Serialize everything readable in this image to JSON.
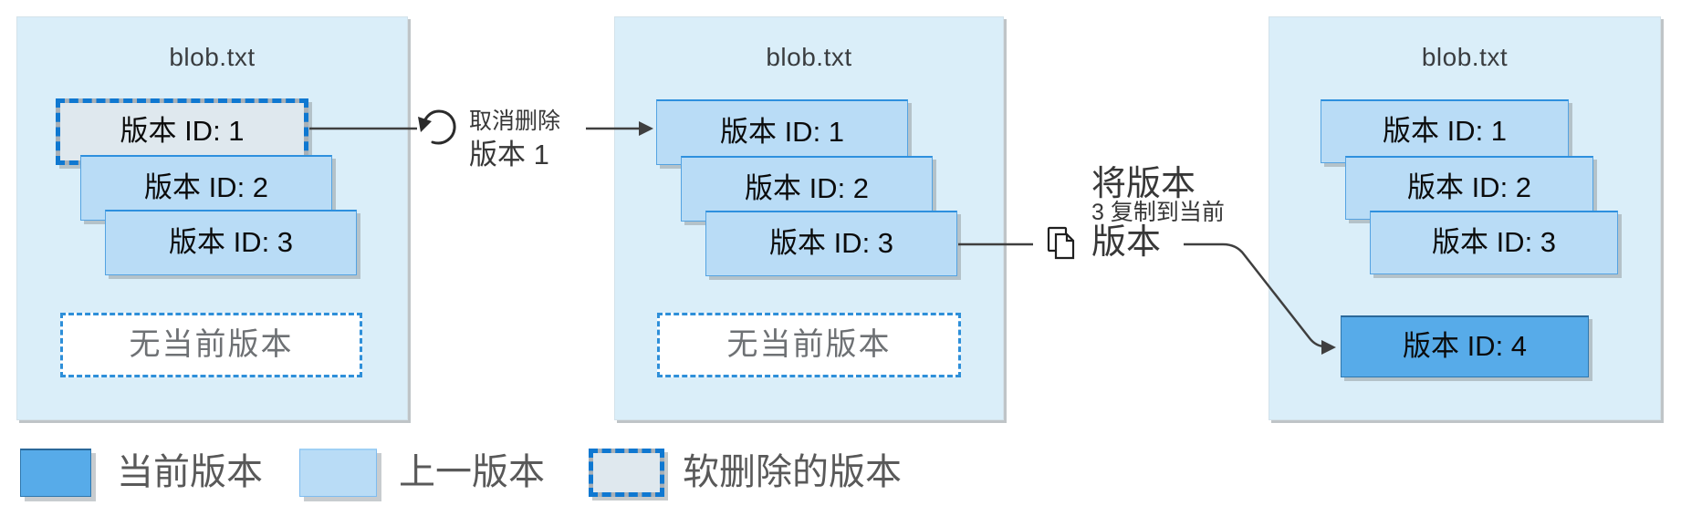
{
  "panels": [
    {
      "title": "blob.txt",
      "versions": [
        {
          "label": "版本 ID: 1",
          "state": "soft-deleted"
        },
        {
          "label": "版本 ID: 2",
          "state": "previous"
        },
        {
          "label": "版本 ID: 3",
          "state": "previous"
        }
      ],
      "current_slot": "无当前版本"
    },
    {
      "title": "blob.txt",
      "versions": [
        {
          "label": "版本 ID: 1",
          "state": "previous"
        },
        {
          "label": "版本 ID: 2",
          "state": "previous"
        },
        {
          "label": "版本 ID: 3",
          "state": "previous"
        }
      ],
      "current_slot": "无当前版本"
    },
    {
      "title": "blob.txt",
      "versions": [
        {
          "label": "版本 ID: 1",
          "state": "previous"
        },
        {
          "label": "版本 ID: 2",
          "state": "previous"
        },
        {
          "label": "版本 ID: 3",
          "state": "previous"
        }
      ],
      "current_version_label": "版本 ID: 4"
    }
  ],
  "annotations": [
    {
      "icon": "undo-icon",
      "lines": [
        "取消删除",
        "版本 1"
      ]
    },
    {
      "icon": "copy-icon",
      "lines": [
        "将版本",
        "3 复制到当前",
        "版本"
      ]
    }
  ],
  "legend": {
    "items": [
      {
        "label": "当前版本",
        "type": "current"
      },
      {
        "label": "上一版本",
        "type": "previous"
      },
      {
        "label": "软删除的版本",
        "type": "soft-deleted"
      }
    ]
  },
  "colors": {
    "panel_background": "#daeef9",
    "previous_version_fill": "#b9dcf6",
    "current_version_fill": "#57abe9",
    "soft_deleted_fill": "#dfe8ee",
    "soft_deleted_dash_blue": "#0f78d1",
    "soft_deleted_dash_gray": "#a9b0b6",
    "empty_slot_dash": "#2e8fd9",
    "connector_line": "#3f3f3f",
    "legend_text": "#595959"
  }
}
